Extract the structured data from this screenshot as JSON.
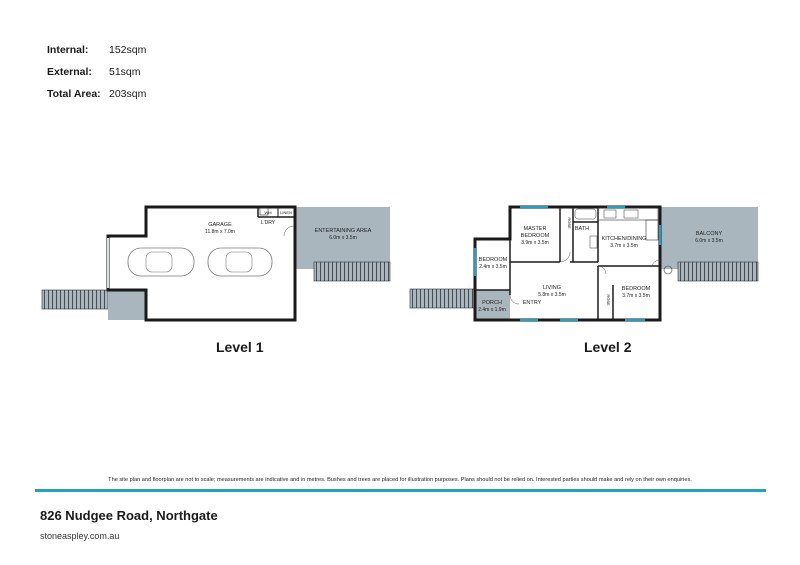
{
  "areas": [
    {
      "label": "Internal:",
      "value": "152sqm"
    },
    {
      "label": "External:",
      "value": "51sqm"
    },
    {
      "label": "Total Area:",
      "value": "203sqm"
    }
  ],
  "level1": {
    "title": "Level 1",
    "garage": {
      "name": "GARAGE",
      "size": "11.8m x 7.0m"
    },
    "wm": "WM",
    "linen": "LINEN",
    "ldry": "L'DRY",
    "entertaining": {
      "name": "ENTERTAINING AREA",
      "size": "6.0m x 3.5m"
    }
  },
  "level2": {
    "title": "Level 2",
    "master": {
      "name1": "MASTER",
      "name2": "BEDROOM",
      "size": "3.9m x 3.5m"
    },
    "robe": "ROBE",
    "bath": "BATH",
    "kitchen": {
      "name": "KITCHEN/DINING",
      "size": "3.7m x 3.5m"
    },
    "balcony": {
      "name": "BALCONY",
      "size": "6.0m x 3.5m"
    },
    "bedroom_left": {
      "name": "BEDROOM",
      "size": "2.4m x 3.5m"
    },
    "living": {
      "name": "LIVING",
      "size": "5.8m x 3.5m"
    },
    "bedroom_right": {
      "name": "BEDROOM",
      "size": "3.7m x 3.5m"
    },
    "porch": {
      "name": "PORCH",
      "size": "2.4m x 1.9m"
    },
    "entry": "ENTRY"
  },
  "disclaimer": "The site plan and floorplan are not to scale; measurements are indicative and in metres. Bushes and trees are placed for illustration purposes. Plans should not be relied on. Interested parties should make and rely on their own enquiries.",
  "address": "826 Nudgee Road, Northgate",
  "website": "stoneaspley.com.au",
  "colors": {
    "accent": "#21a2c4",
    "outdoor": "#a9b6be",
    "wall": "#1a1a1a"
  }
}
